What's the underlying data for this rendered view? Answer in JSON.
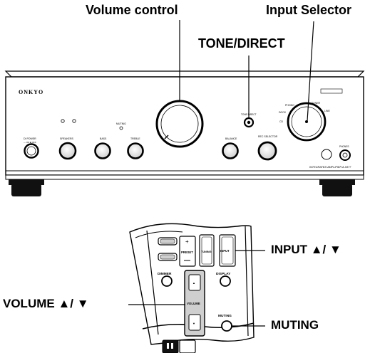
{
  "callouts": {
    "volume_control": "Volume control",
    "input_selector": "Input Selector",
    "tone_direct": "TONE/DIRECT",
    "input_updown": "INPUT ▲/ ▼",
    "volume_updown": "VOLUME ▲/ ▼",
    "muting": "MUTING"
  },
  "amplifier": {
    "brand": "ONKYO",
    "model": "INTEGRATED AMPLIFIER A-9377",
    "panel_labels": {
      "power": "DI POWER",
      "power_sub": "— ON ■ OFF",
      "speakers": "SPEAKERS",
      "bass": "BASS",
      "treble": "TREBLE",
      "muting": "MUTING",
      "tone_direct": "TONE DIRECT",
      "balance": "BALANCE",
      "rec_selector": "REC SELECTOR",
      "phones": "PHONES"
    },
    "selector_positions": [
      "PHONO",
      "CD",
      "TUNER",
      "LINE",
      "DOCK"
    ]
  },
  "remote": {
    "preset_label": "PRESET",
    "tuning_label": "TUNING",
    "input_label": "INPUT",
    "dimmer_label": "DIMMER",
    "display_label": "DISPLAY",
    "volume_label": "VOLUME",
    "muting_label": "MUTING"
  },
  "colors": {
    "ink": "#000000",
    "panel": "#ffffff",
    "knob_fill": "#ededed"
  }
}
